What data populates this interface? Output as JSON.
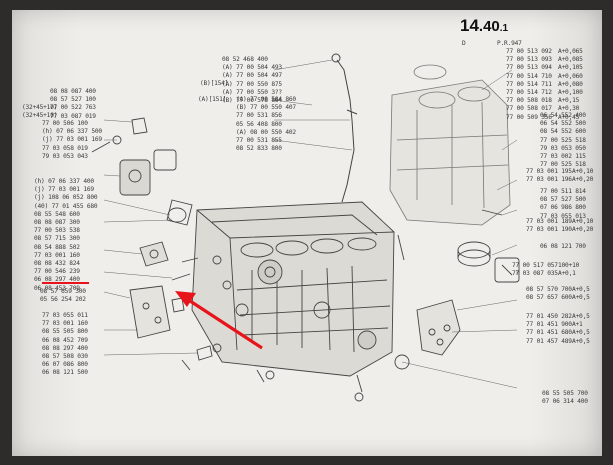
{
  "header": {
    "section": "14",
    "subsection": ".40",
    "suffix": ".1",
    "letter": "D",
    "code": "P.R.947"
  },
  "marker": {
    "underlined_part": "06 08 453 709",
    "underline_color": "#e8141b",
    "arrow_color": "#e8141b"
  },
  "groups": {
    "top_right": [
      "77 00 513 092",
      "77 00 513 093",
      "77 00 513 094",
      "77 00 514 710",
      "77 00 514 711",
      "77 00 514 712",
      "77 00 508 018",
      "77 00 508 017",
      "77 00 509 356"
    ],
    "top_right_tags": [
      "A+0,065",
      "A+0,085",
      "A+0,105",
      "A+0,060",
      "A+0,080",
      "A+0,100",
      "A+0,15",
      "A+0,30",
      "A+0,45"
    ],
    "right_mid": [
      "06 54 552 400",
      "06 54 552 500",
      "08 54 552 600",
      "77 00 525 518",
      "79 03 053 050",
      "77 03 002 115",
      "77 00 525 518"
    ],
    "right_mid2": [
      "77 03 001 195",
      "77 03 001 196"
    ],
    "right_mid2_tags": [
      "A+0,10",
      "A+0,20"
    ],
    "right_lower": [
      "77 00 511 814",
      "08 57 527 500",
      "07 06 986 800",
      "77 03 055 013"
    ],
    "right_lower2": [
      "77 03 001 189",
      "77 03 001 190"
    ],
    "right_lower2_tags": [
      "A+0,10",
      "A+0,20"
    ],
    "right_single": "06 08 121 700",
    "right_pair": [
      "77 00 517 057",
      "77 03 087 035"
    ],
    "right_pair_tags": [
      "100+10",
      "A+0,1"
    ],
    "right_pair2": [
      "08 57 570 700",
      "08 57 657 600"
    ],
    "right_pair2_tags": [
      "A+0,5",
      "A+0,5"
    ],
    "right_bag": [
      "77 01 450 282",
      "77 01 451 900",
      "77 01 451 680",
      "77 01 457 489"
    ],
    "right_bag_tags": [
      "A+0,5",
      "A+1",
      "A+0,5",
      "A+0,5"
    ],
    "bottom_right": [
      "08 55 505 700",
      "07 06 314 400"
    ],
    "top_center_left": [
      "08 52 468 400",
      "(A) 77 00 504 493",
      "(A) 77 00 504 497",
      "(A) 77 00 550 875",
      "(A) 77 00 550 3??",
      "(B) 77 00 578 864"
    ],
    "top_center_prefix": "(B)[154]",
    "center_list": [
      "(A) 77 00 504 860",
      "(B) 77 00 550 407",
      "77 00 531 856",
      "05 56 408 800",
      "(A) 08 00 550 402",
      "77 00 531 855",
      "08 52 833 800"
    ],
    "center_list_prefix": "(A)[151]",
    "left_top": [
      "08 08 087 400",
      "08 57 527 100",
      "77 00 522 763",
      "77 03 087 019"
    ],
    "left_top_prefix": [
      "(32+45+10)",
      "(32+45+10)"
    ],
    "left_top2": [
      "77 00 506 100",
      "(h) 07 06 337 500",
      "(j) 77 03 001 169",
      "77 03 058 019",
      "79 03 053 043"
    ],
    "left_mid": [
      "(h) 07 06 337 400",
      "(j) 77 03 001 169",
      "(j) 108 06 052 800",
      "(40) 77 01 455 680",
      "08 55 548 600",
      "08 08 087 300",
      "77 00 503 538",
      "08 57 715 300",
      "08 54 888 502",
      "77 03 001 160",
      "08 08 432 824",
      "77 00 546 239",
      "06 08 297 400",
      "06 08 453 709"
    ],
    "left_low": [
      "08 57 659 300",
      "05 56 254 202"
    ],
    "left_bottom": [
      "77 03 055 011",
      "77 03 001 160",
      "08 55 505 800",
      "06 08 452 709",
      "08 08 297 400",
      "08 57 508 030",
      "06 07 086 800",
      "06 08 121 500"
    ]
  }
}
